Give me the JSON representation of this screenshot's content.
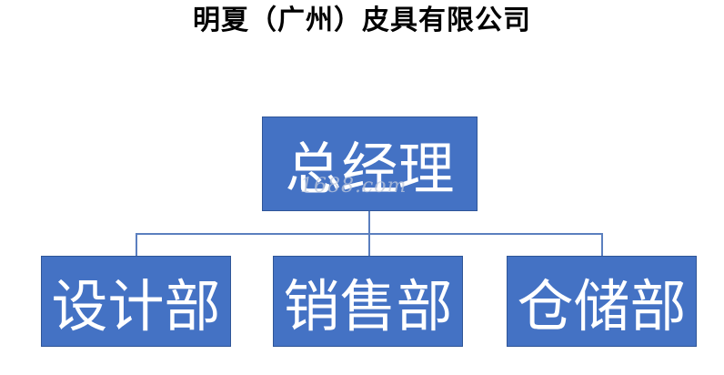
{
  "title": "明夏（广州）皮具有限公司",
  "colors": {
    "node_fill": "#4472C4",
    "node_border": "#2F5597",
    "connector": "#5B7FBF",
    "node_text": "#FFFFFF"
  },
  "org": {
    "root": {
      "label": "总经理"
    },
    "children": [
      {
        "label": "设计部"
      },
      {
        "label": "销售部"
      },
      {
        "label": "仓储部"
      }
    ]
  },
  "watermark": "1688.com"
}
